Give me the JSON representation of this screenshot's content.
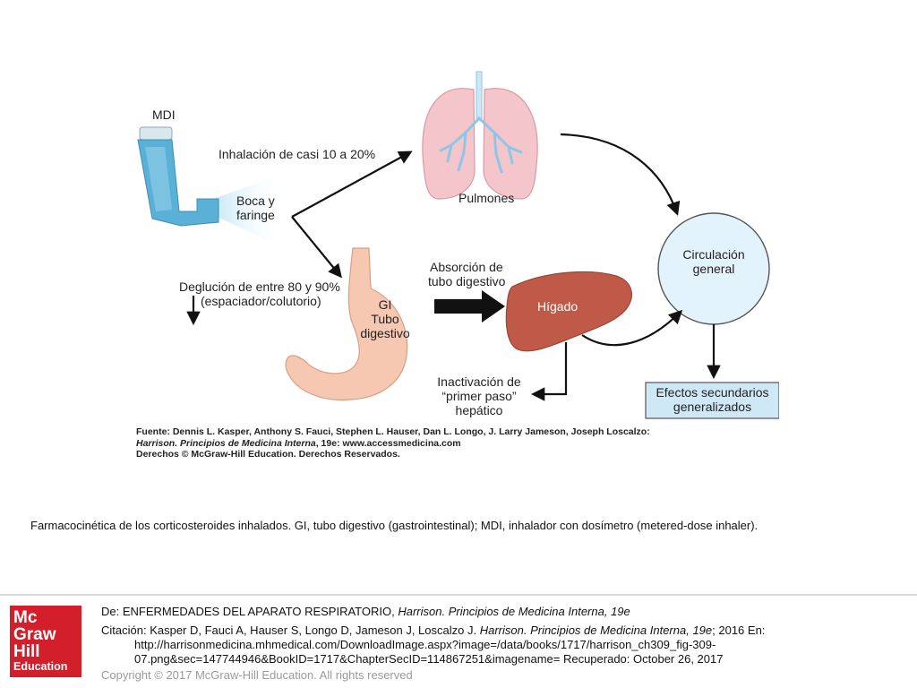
{
  "figure": {
    "labels": {
      "mdi": "MDI",
      "inhalation": "Inhalación de casi 10 a 20%",
      "lungs": "Pulmones",
      "mouth_line1": "Boca y",
      "mouth_line2": "faringe",
      "circulation_line1": "Circulación",
      "circulation_line2": "general",
      "swallow_line1": "Deglución de entre 80 y 90%",
      "swallow_line2": "(espaciador/colutorio)",
      "absorption_line1": "Absorción de",
      "absorption_line2": "tubo digestivo",
      "gi_line1": "GI",
      "gi_line2": "Tubo",
      "gi_line3": "digestivo",
      "liver": "Hígado",
      "inactivation_line1": "Inactivación de",
      "inactivation_line2": "“primer paso”",
      "inactivation_line3": "hepático",
      "side_effects_line1": "Efectos secundarios",
      "side_effects_line2": "generalizados"
    },
    "source": {
      "line1": "Fuente: Dennis L. Kasper, Anthony S. Fauci, Stephen L. Hauser, Dan L. Longo, J. Larry Jameson, Joseph Loscalzo:",
      "line2_italic": "Harrison. Principios de Medicina Interna",
      "line2_rest": ", 19e: www.accessmedicina.com",
      "line3": "Derechos © McGraw-Hill Education. Derechos Reservados."
    },
    "colors": {
      "lung": "#f4c6cc",
      "bronchi": "#8fc6e6",
      "inhaler": "#5ab0d6",
      "stomach": "#f6c7b1",
      "liver": "#bf5a48",
      "circulation_fill": "#e3f3fb",
      "side_effects_fill": "#cfe8f5"
    }
  },
  "caption": "Farmacocinética de los corticosteroides inhalados. GI, tubo digestivo (gastrointestinal); MDI, inhalador con dosímetro (metered-dose inhaler).",
  "logo": {
    "line1": "Mc",
    "line2": "Graw",
    "line3": "Hill",
    "line4": "Education"
  },
  "citation": {
    "from_label": "De: ENFERMEDADES DEL APARATO RESPIRATORIO, ",
    "from_book": "Harrison. Principios de Medicina Interna, 19e",
    "cite_label": "Citación: Kasper D, Fauci A, Hauser S, Longo D, Jameson J, Loscalzo J",
    "cite_sep": ". ",
    "cite_book": "Harrison. Principios de Medicina Interna, 19e",
    "cite_rest": "; 2016 En:",
    "url_line1": "http://harrisonmedicina.mhmedical.com/DownloadImage.aspx?image=/data/books/1717/harrison_ch309_fig-309-",
    "url_line2": "07.png&sec=147744946&BookID=1717&ChapterSecID=114867251&imagename= Recuperado: October 26, 2017"
  },
  "copyright": "Copyright © 2017 McGraw-Hill Education. All rights reserved"
}
